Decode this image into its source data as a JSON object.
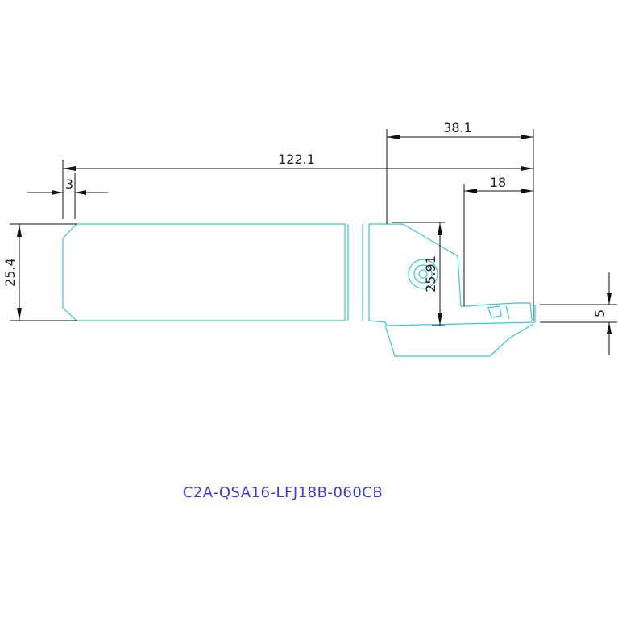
{
  "drawing": {
    "part_number": "C2A-QSA16-LFJ18B-060CB",
    "dimensions": {
      "overall_length": "122.1",
      "head_length": "38.1",
      "cutting_depth": "18",
      "chamfer": "3",
      "shank_height": "25.4",
      "head_height": "25.91",
      "insert_width": "5"
    },
    "colors": {
      "part_outline": "#33ccd6",
      "dimension_lines": "#111111",
      "part_number_text": "#3a3ad6"
    }
  }
}
